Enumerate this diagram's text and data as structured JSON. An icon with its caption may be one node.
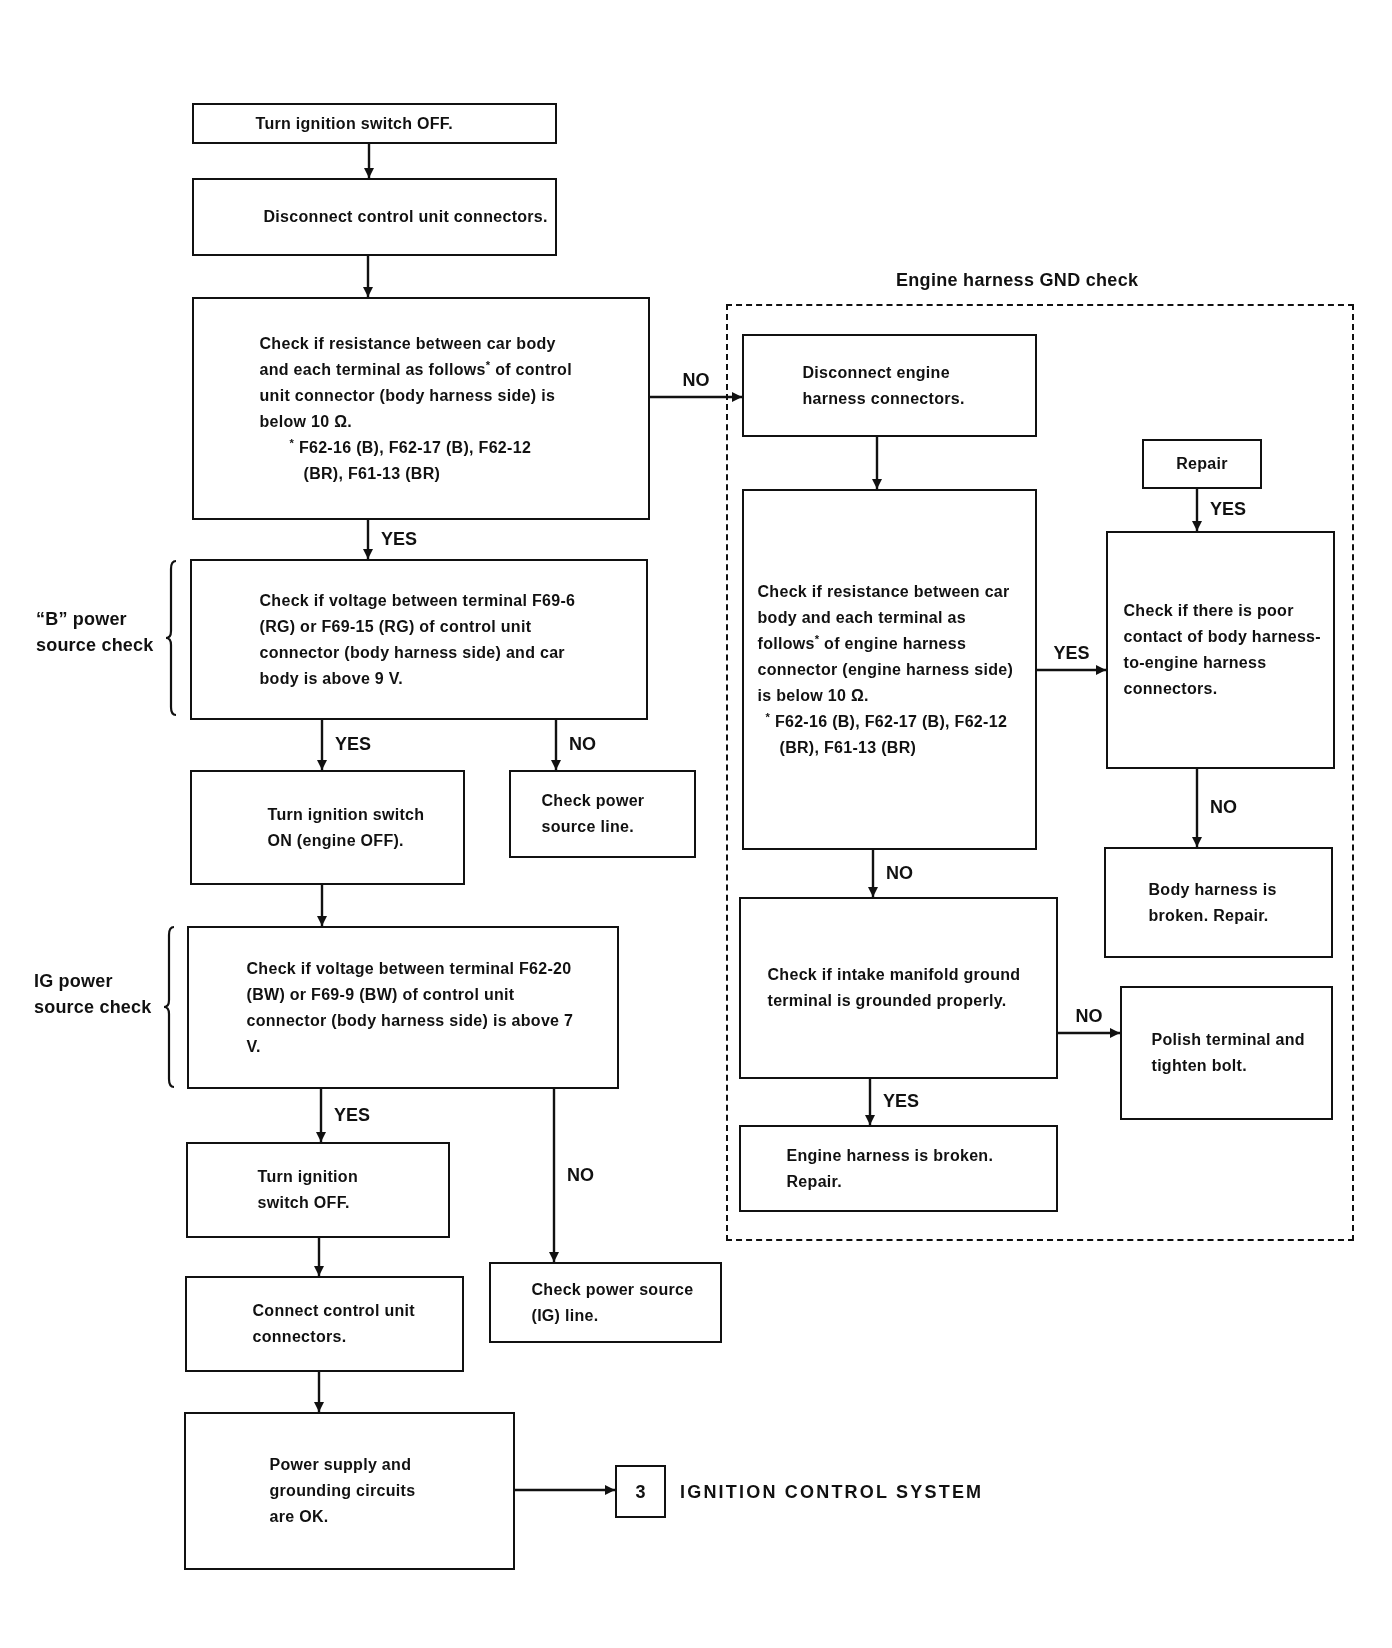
{
  "diagram": {
    "nodes": [
      {
        "text": [
          "Turn ignition switch OFF."
        ]
      },
      {
        "text": [
          "Disconnect control unit connectors."
        ]
      },
      {
        "text": [
          "Check if resistance between car body and each terminal as follows$^{*}$ of control unit connector (body harness side) is below 10 Ω.",
          "$^{*}$ F62-16 (B), F62-17 (B), F62-12 (BR), F61-13 (BR)"
        ]
      },
      {
        "text": [
          "Check if voltage between terminal F69-6 (RG) or F69-15 (RG) of control unit connector (body harness side) and car body is above 9 V."
        ],
        "beside": [
          "“B” power source check"
        ]
      },
      {
        "text": [
          "Turn ignition switch ON (engine OFF)."
        ]
      },
      {
        "text": [
          "Check power source line."
        ]
      },
      {
        "text": [
          "Check if voltage between terminal F62-20 (BW) or F69-9 (BW) of control unit connector (body harness side) is above 7 V."
        ],
        "beside": [
          "IG power source check"
        ]
      },
      {
        "text": [
          "Turn ignition switch OFF."
        ]
      },
      {
        "text": [
          "Check power source (IG) line."
        ]
      },
      {
        "text": [
          "Connect control unit connectors."
        ]
      },
      {
        "text": [
          "Power supply and grounding circuits are OK."
        ]
      },
      {
        "text": [
          "3"
        ],
        "beside": [
          "IGNITION CONTROL SYSTEM"
        ]
      },
      {
        "text": [
          "Engine harness GND check"
        ]
      },
      {
        "text": [
          "Disconnect engine harness connectors."
        ],
        "in": 12
      },
      {
        "text": [
          "Check if resistance between car body and each terminal as follows$^{*}$ of engine harness connector (engine harness side) is below 10 Ω.",
          "$^{*}$ F62-16 (B), F62-17 (B), F62-12 (BR), F61-13 (BR)"
        ],
        "in": 12
      },
      {
        "text": [
          "Repair"
        ],
        "in": 12
      },
      {
        "text": [
          "Check if there is poor contact of body harness-to-engine harness connectors."
        ],
        "in": 12
      },
      {
        "text": [
          "Body harness is broken. Repair."
        ],
        "in": 12
      },
      {
        "text": [
          "Check if intake manifold ground terminal is grounded properly."
        ],
        "in": 12
      },
      {
        "text": [
          "Polish terminal and tighten bolt."
        ],
        "in": 12
      },
      {
        "text": [
          "Engine harness is broken. Repair."
        ],
        "in": 12
      }
    ],
    "edges": [
      {
        "from": 0,
        "to": 1,
        "arrow": "to"
      },
      {
        "from": 1,
        "to": 2,
        "arrow": "to"
      },
      {
        "from": 2,
        "to": 3,
        "arrow": "to",
        "label": "YES"
      },
      {
        "from": 2,
        "to": 13,
        "arrow": "to",
        "label": "NO"
      },
      {
        "from": 3,
        "to": 4,
        "arrow": "to",
        "label": "YES"
      },
      {
        "from": 3,
        "to": 5,
        "arrow": "to",
        "label": "NO"
      },
      {
        "from": 4,
        "to": 6,
        "arrow": "to"
      },
      {
        "from": 6,
        "to": 7,
        "arrow": "to",
        "label": "YES"
      },
      {
        "from": 6,
        "to": 8,
        "arrow": "to",
        "label": "NO"
      },
      {
        "from": 7,
        "to": 9,
        "arrow": "to"
      },
      {
        "from": 9,
        "to": 10,
        "arrow": "to"
      },
      {
        "from": 10,
        "to": 11,
        "arrow": "to"
      },
      {
        "from": 13,
        "to": 14,
        "arrow": "to"
      },
      {
        "from": 14,
        "to": 16,
        "arrow": "to",
        "label": "YES"
      },
      {
        "from": 15,
        "to": 16,
        "arrow": "to",
        "label": "YES"
      },
      {
        "from": 16,
        "to": 17,
        "arrow": "to",
        "label": "NO"
      },
      {
        "from": 14,
        "to": 18,
        "arrow": "to",
        "label": "NO"
      },
      {
        "from": 18,
        "to": 19,
        "arrow": "to",
        "label": "NO"
      },
      {
        "from": 18,
        "to": 20,
        "arrow": "to",
        "label": "YES"
      }
    ]
  }
}
